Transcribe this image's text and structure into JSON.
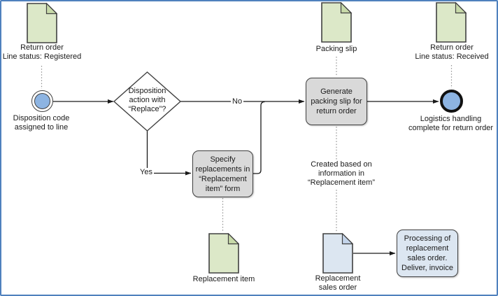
{
  "labels": {
    "return_order_registered": "Return order\nLine status: Registered",
    "start_event": "Disposition code\nassigned to line",
    "decision": "Disposition\naction with\n“Replace”?",
    "flow_no": "No",
    "flow_yes": "Yes",
    "task_specify": "Specify\nreplacements in\n“Replacement\nitem” form",
    "task_generate": "Generate\npacking slip for\nreturn order",
    "packing_slip": "Packing slip",
    "return_order_received": "Return order\nLine status: Received",
    "end_event": "Logistics handling\ncomplete for return order",
    "replacement_item": "Replacement item",
    "annotation": "Created based on\ninformation in\n“Replacement item”",
    "replacement_sales_order": "Replacement\nsales order",
    "task_processing": "Processing of\nreplacement\nsales order.\nDeliver, invoice"
  },
  "colors": {
    "frame_border": "#4f81bd",
    "document_green": "#dce8c8",
    "document_green_fold": "#c8daa9",
    "document_blue": "#dce6f1",
    "document_blue_fold": "#c3d4ea",
    "task_fill": "#d9d9d9",
    "process_box_blue": "#dce6f1",
    "event_fill": "#8db4e2",
    "shape_border": "#404040",
    "connector": "#1a1a1a",
    "association_dotted": "#909090"
  }
}
